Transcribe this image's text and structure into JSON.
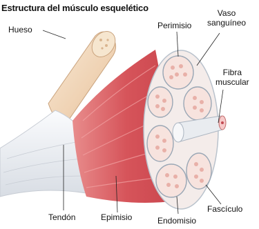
{
  "title": "Estructura del músculo esquelético",
  "labels": {
    "hueso": "Hueso",
    "perimisio": "Perimisio",
    "vaso_line1": "Vaso",
    "vaso_line2": "sanguíneo",
    "fibra_line1": "Fibra",
    "fibra_line2": "muscular",
    "tendon": "Tendón",
    "epimisio": "Epimisio",
    "endomisio": "Endomisio",
    "fasciculo": "Fascículo"
  },
  "colors": {
    "muscle": "#d9535b",
    "muscle_light": "#f2a5a5",
    "bone": "#f3dcc0",
    "tendon": "#eef0f3",
    "fascicle_fill": "#f7e3de",
    "fiber_dot": "#e8b0a8",
    "vessel": "#e9ecf0",
    "leader": "#222222"
  }
}
